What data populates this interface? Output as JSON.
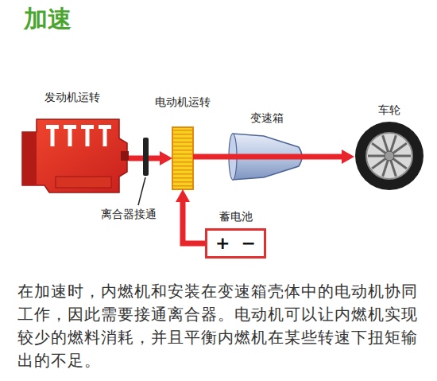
{
  "diagram": {
    "title": "加速",
    "caption": "在加速时，内燃机和安装在变速箱壳体中的电动机协同工作，因此需要接通离合器。电动机可以让内燃机实现较少的燃料消耗，并且平衡内燃机在某些转速下扭矩输出的不足。",
    "nodes": [
      {
        "text": [
          "发动机运转"
        ]
      },
      {
        "text": [
          "电动机运转"
        ]
      },
      {
        "text": [
          "变速箱"
        ]
      },
      {
        "text": [
          "车轮"
        ]
      },
      {
        "text": [
          "蓄电池",
          "+",
          "−"
        ]
      }
    ],
    "edges": [
      {
        "from": 0,
        "to": 1,
        "arrow": "to"
      },
      {
        "from": 1,
        "to": 2,
        "arrow": "none"
      },
      {
        "from": 2,
        "to": 3,
        "arrow": "to"
      },
      {
        "from": 4,
        "to": 1,
        "arrow": "to"
      }
    ],
    "labels": [
      "离合器接通"
    ]
  }
}
